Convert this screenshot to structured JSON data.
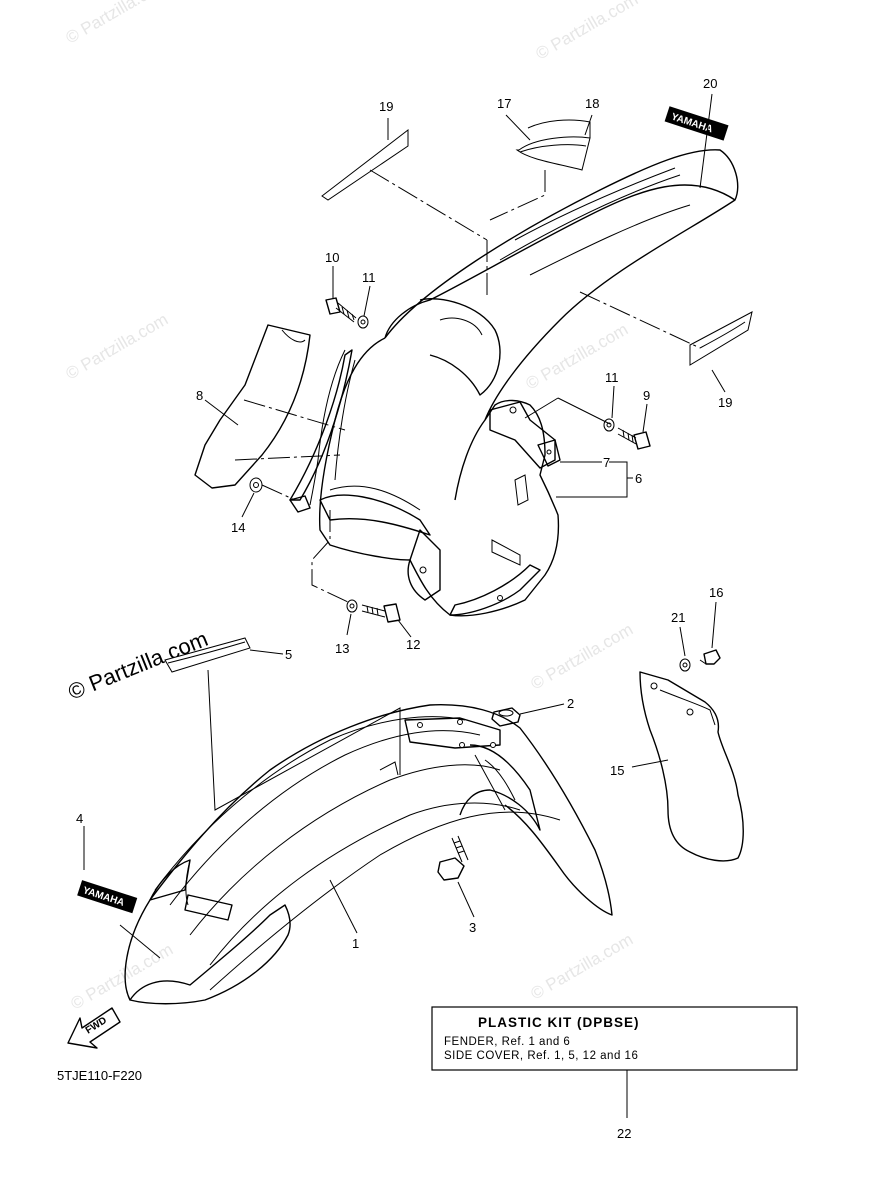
{
  "watermark": {
    "text": "© Partzilla.com",
    "prominent_text": "© Partzilla.com"
  },
  "diagram_code": "5TJE110-F220",
  "decal_text": "YAMAHA",
  "fwd_label": "FWD",
  "callouts": {
    "c1": "1",
    "c2": "2",
    "c3": "3",
    "c4": "4",
    "c5": "5",
    "c6": "6",
    "c7": "7",
    "c8": "8",
    "c9": "9",
    "c10": "10",
    "c11a": "11",
    "c11b": "11",
    "c12": "12",
    "c13": "13",
    "c14": "14",
    "c15": "15",
    "c16": "16",
    "c17": "17",
    "c18": "18",
    "c19a": "19",
    "c19b": "19",
    "c20": "20",
    "c21": "21",
    "c22": "22"
  },
  "plastic_kit": {
    "title": "PLASTIC KIT (DPBSE)",
    "line1": "FENDER, Ref. 1 and 6",
    "line2": "SIDE COVER, Ref. 1, 5, 12 and 16"
  }
}
